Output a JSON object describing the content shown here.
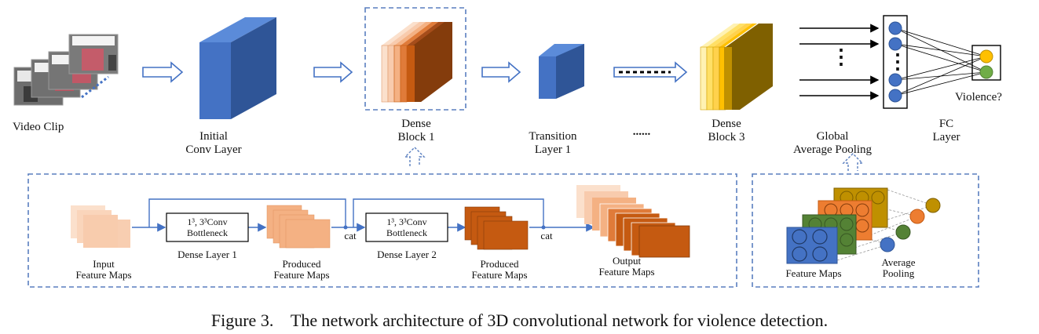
{
  "top": {
    "video_clip": "Video Clip",
    "initial_conv": [
      "Initial",
      "Conv Layer"
    ],
    "dense_block_1": [
      "Dense",
      "Block 1"
    ],
    "transition_layer_1": [
      "Transition",
      "Layer 1"
    ],
    "ellipsis": "......",
    "dense_block_3": [
      "Dense",
      "Block 3"
    ],
    "global_pool": [
      "Global",
      "Average Pooling"
    ],
    "fc_layer": [
      "FC",
      "Layer"
    ],
    "violence": "Violence?",
    "vertical_dots": "⋮"
  },
  "dense_detail": {
    "input_maps": [
      "Input",
      "Feature Maps"
    ],
    "bottleneck_1": [
      "1³, 3³Conv",
      "Bottleneck"
    ],
    "dense_layer_1": "Dense Layer 1",
    "produced_1": [
      "Produced",
      "Feature Maps"
    ],
    "cat_1": "cat",
    "bottleneck_2": [
      "1³, 3³Conv",
      "Bottleneck"
    ],
    "dense_layer_2": "Dense Layer 2",
    "produced_2": [
      "Produced",
      "Feature Maps"
    ],
    "cat_2": "cat",
    "output_maps": [
      "Output",
      "Feature Maps"
    ]
  },
  "pool_detail": {
    "feature_maps": "Feature Maps",
    "average_pooling": [
      "Average",
      "Pooling"
    ]
  },
  "caption": "Figure 3.    The network architecture of 3D convolutional network for violence detection.",
  "colors": {
    "blue": "#4472c4",
    "blue_dark": "#2f5597",
    "orange_light": "#f8cbad",
    "orange_mid": "#f4b183",
    "orange_dark": "#c55a11",
    "brown": "#843c0c",
    "yellow": "#ffc000",
    "dash_blue": "#5a7fbf",
    "green": "#548235"
  }
}
